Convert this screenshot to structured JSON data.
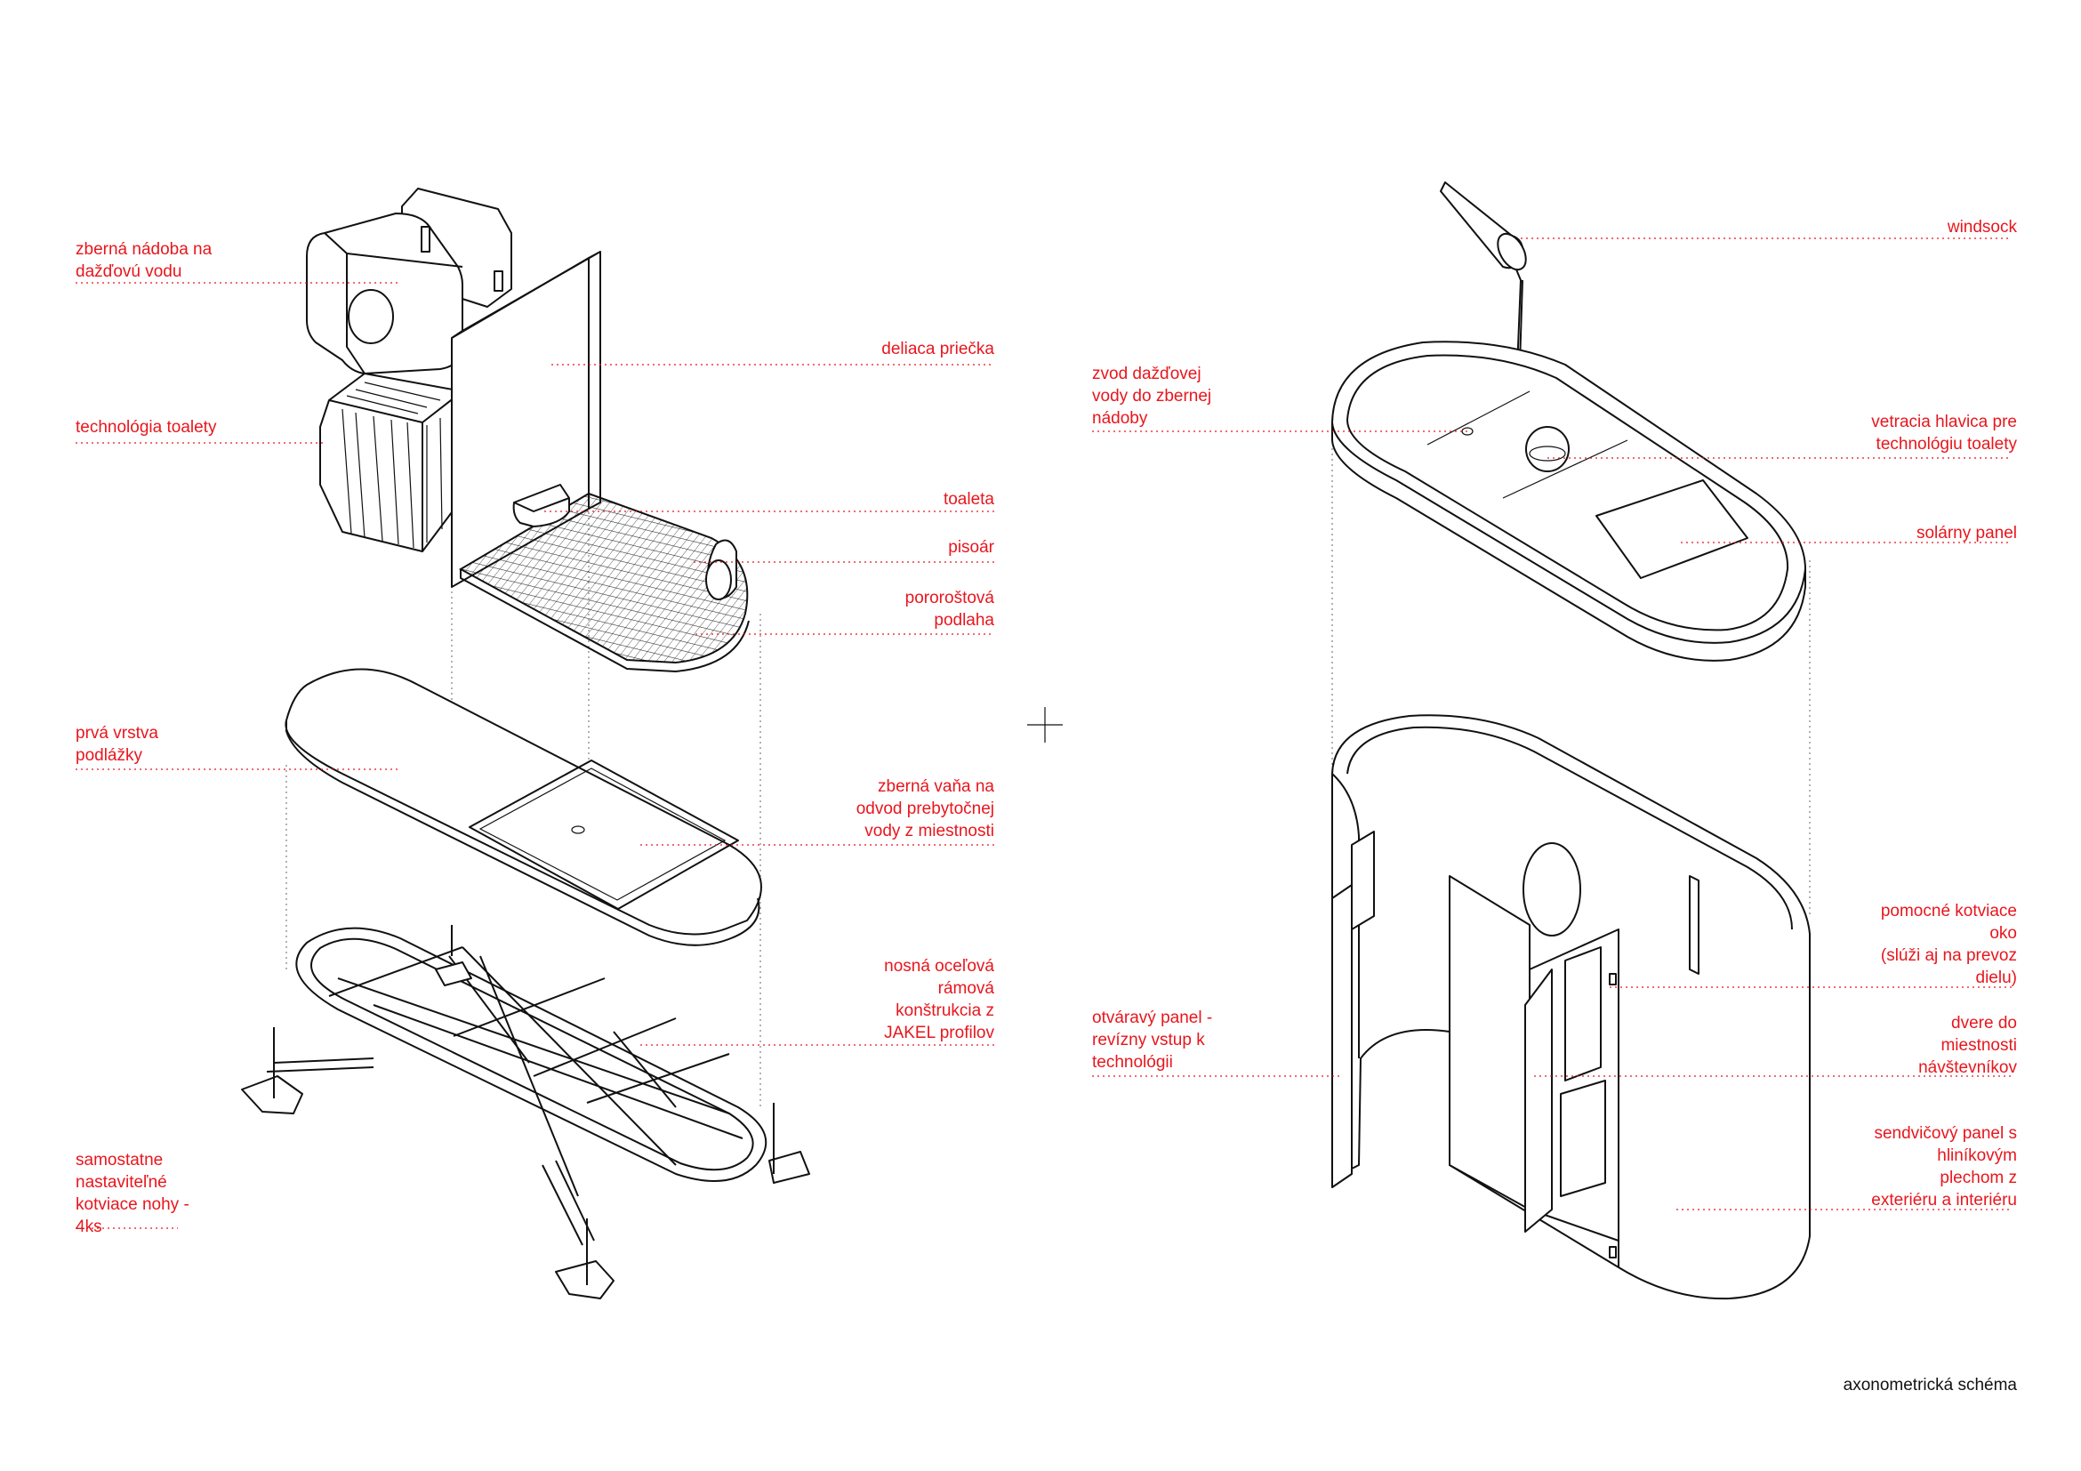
{
  "labels_left": [
    {
      "id": "rain-tank",
      "text": "zberná nádoba na\ndažďovú vodu"
    },
    {
      "id": "partition",
      "text": "deliaca priečka"
    },
    {
      "id": "toilet-tech",
      "text": "technológia toalety"
    },
    {
      "id": "toilet",
      "text": "toaleta"
    },
    {
      "id": "urinal",
      "text": "pisoár"
    },
    {
      "id": "grating-floor",
      "text": "pororoštová\npodlaha"
    },
    {
      "id": "first-layer",
      "text": "prvá vrstva\npodlážky"
    },
    {
      "id": "collecting-tray",
      "text": "zberná vaňa na\nodvod prebytočnej\nvody z miestnosti"
    },
    {
      "id": "steel-frame",
      "text": "nosná oceľová\nrámová\nkonštrukcia z\nJAKEL profilov"
    },
    {
      "id": "adjustable-legs",
      "text": "samostatne\nnastaviteľné\nkotviace nohy -\n4ks"
    }
  ],
  "labels_right": [
    {
      "id": "windsock",
      "text": "windsock"
    },
    {
      "id": "downpipe",
      "text": "zvod dažďovej\nvody do zbernej\nnádoby"
    },
    {
      "id": "vent-head",
      "text": "vetracia hlavica pre\ntechnológiu toalety"
    },
    {
      "id": "solar-panel",
      "text": "solárny panel"
    },
    {
      "id": "anchor-eyes",
      "text": "pomocné kotviace\noko\n(slúži aj na prevoz\ndielu)"
    },
    {
      "id": "service-panel",
      "text": "otvárаvý panel -\nrevízny vstup k\ntechnológii"
    },
    {
      "id": "visitor-door",
      "text": "dvere do\nmiestnosti\nnávštevníkov"
    },
    {
      "id": "sandwich-panel",
      "text": "sendvičový panel s\nhliníkovým\nplechom z\nexteriéru a interiéru"
    }
  ],
  "caption": "axonometrická schéma",
  "colors": {
    "annotation": "#e8161d",
    "ink": "#111111",
    "guide": "#666666",
    "background": "#ffffff"
  }
}
